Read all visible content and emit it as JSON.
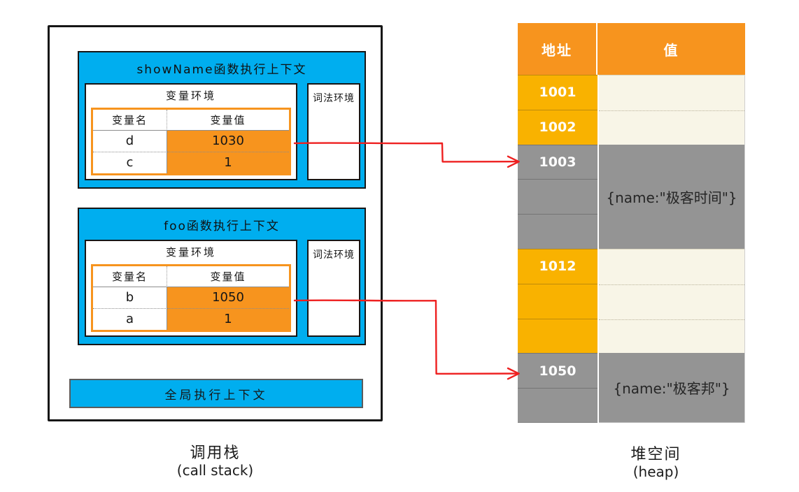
{
  "colors": {
    "context_blue": "#00AEEF",
    "value_orange": "#F7941E",
    "heap_header_orange": "#F7941E",
    "heap_address_amber": "#F9B200",
    "heap_gray": "#949494",
    "heap_cream": "#F8F5E7",
    "pointer_red": "#EE2020"
  },
  "call_stack": {
    "label_cn": "调用栈",
    "label_en": "(call stack)",
    "contexts": [
      {
        "title": "showName函数执行上下文",
        "variable_env": {
          "title": "变量环境",
          "columns": [
            "变量名",
            "变量值"
          ],
          "rows": [
            [
              "d",
              "1030"
            ],
            [
              "c",
              "1"
            ]
          ]
        },
        "lexical_env": {
          "title": "词法环境"
        }
      },
      {
        "title": "foo函数执行上下文",
        "variable_env": {
          "title": "变量环境",
          "columns": [
            "变量名",
            "变量值"
          ],
          "rows": [
            [
              "b",
              "1050"
            ],
            [
              "a",
              "1"
            ]
          ]
        },
        "lexical_env": {
          "title": "词法环境"
        }
      }
    ],
    "global_context": {
      "title": "全局执行上下文"
    }
  },
  "heap": {
    "label_cn": "堆空间",
    "label_en": "(heap)",
    "columns": [
      "地址",
      "值"
    ],
    "address_cells": [
      "1001",
      "1002",
      "1003",
      "",
      "",
      "1012",
      "",
      "",
      "1050",
      ""
    ],
    "value_blocks": [
      {
        "kind": "empty",
        "text": ""
      },
      {
        "kind": "object",
        "text": "{name:\"极客时间\"}"
      },
      {
        "kind": "empty",
        "text": ""
      },
      {
        "kind": "object",
        "text": "{name:\"极客邦\"}"
      }
    ]
  },
  "pointers": [
    {
      "from_variable": "d",
      "from_value": "1030",
      "to_address": "1003"
    },
    {
      "from_variable": "b",
      "from_value": "1050",
      "to_address": "1050"
    }
  ]
}
